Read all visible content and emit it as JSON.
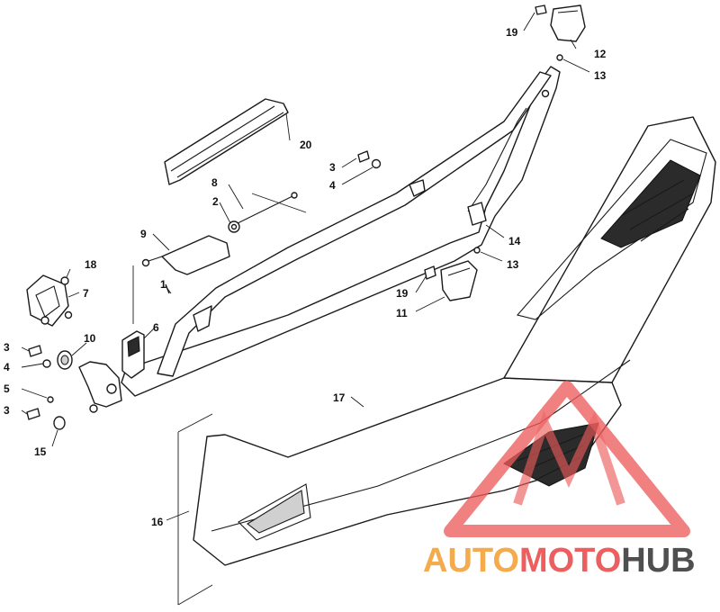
{
  "callouts": [
    {
      "id": "c1",
      "label": "1"
    },
    {
      "id": "c2",
      "label": "2"
    },
    {
      "id": "c3a",
      "label": "3"
    },
    {
      "id": "c3b",
      "label": "3"
    },
    {
      "id": "c3c",
      "label": "3"
    },
    {
      "id": "c4a",
      "label": "4"
    },
    {
      "id": "c4b",
      "label": "4"
    },
    {
      "id": "c5",
      "label": "5"
    },
    {
      "id": "c6",
      "label": "6"
    },
    {
      "id": "c7",
      "label": "7"
    },
    {
      "id": "c8",
      "label": "8"
    },
    {
      "id": "c9",
      "label": "9"
    },
    {
      "id": "c10",
      "label": "10"
    },
    {
      "id": "c11",
      "label": "11"
    },
    {
      "id": "c12",
      "label": "12"
    },
    {
      "id": "c13a",
      "label": "13"
    },
    {
      "id": "c13b",
      "label": "13"
    },
    {
      "id": "c14",
      "label": "14"
    },
    {
      "id": "c15",
      "label": "15"
    },
    {
      "id": "c16",
      "label": "16"
    },
    {
      "id": "c17",
      "label": "17"
    },
    {
      "id": "c18",
      "label": "18"
    },
    {
      "id": "c19a",
      "label": "19"
    },
    {
      "id": "c19b",
      "label": "19"
    },
    {
      "id": "c20",
      "label": "20"
    }
  ],
  "watermark": {
    "part1": "AUTO",
    "part2": "MOTO",
    "part3": "HUB",
    "color_orange": "#f3a23a",
    "color_red": "#ec4d4d",
    "color_grey": "#3c3c3c"
  }
}
